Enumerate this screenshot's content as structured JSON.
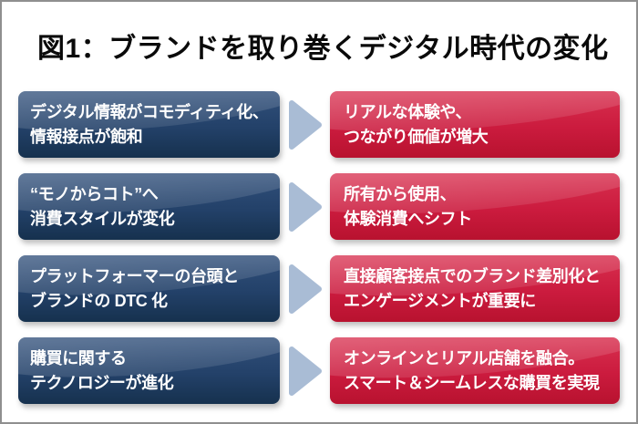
{
  "title": "図1：ブランドを取り巻くデジタル時代の変化",
  "colors": {
    "title": "#0a0a0a",
    "canvas-border": "#8f8f8f",
    "box-blue-top": "#31507b",
    "box-blue-mid": "#234169",
    "box-blue-bottom": "#16314e",
    "box-red-top": "#d8304f",
    "box-red-mid": "#cb1b3e",
    "box-red-bottom": "#b8122f",
    "arrow": "#a9bcd5",
    "box-text": "#ffffff"
  },
  "arrow_icon": "right-chevron-arrow",
  "rows": [
    {
      "left": {
        "line1": "デジタル情報がコモディティ化、",
        "line2": "情報接点が飽和"
      },
      "right": {
        "line1": "リアルな体験や、",
        "line2": "つながり価値が増大"
      }
    },
    {
      "left": {
        "line1": "“モノからコト”へ",
        "line2": "消費スタイルが変化"
      },
      "right": {
        "line1": "所有から使用、",
        "line2": "体験消費へシフト"
      }
    },
    {
      "left": {
        "line1": "プラットフォーマーの台頭と",
        "line2": "ブランドの DTC 化"
      },
      "right": {
        "line1": "直接顧客接点でのブランド差別化と",
        "line2": "エンゲージメントが重要に"
      }
    },
    {
      "left": {
        "line1": "購買に関する",
        "line2": "テクノロジーが進化"
      },
      "right": {
        "line1": "オンラインとリアル店舗を融合。",
        "line2": "スマート＆シームレスな購買を実現"
      }
    }
  ]
}
